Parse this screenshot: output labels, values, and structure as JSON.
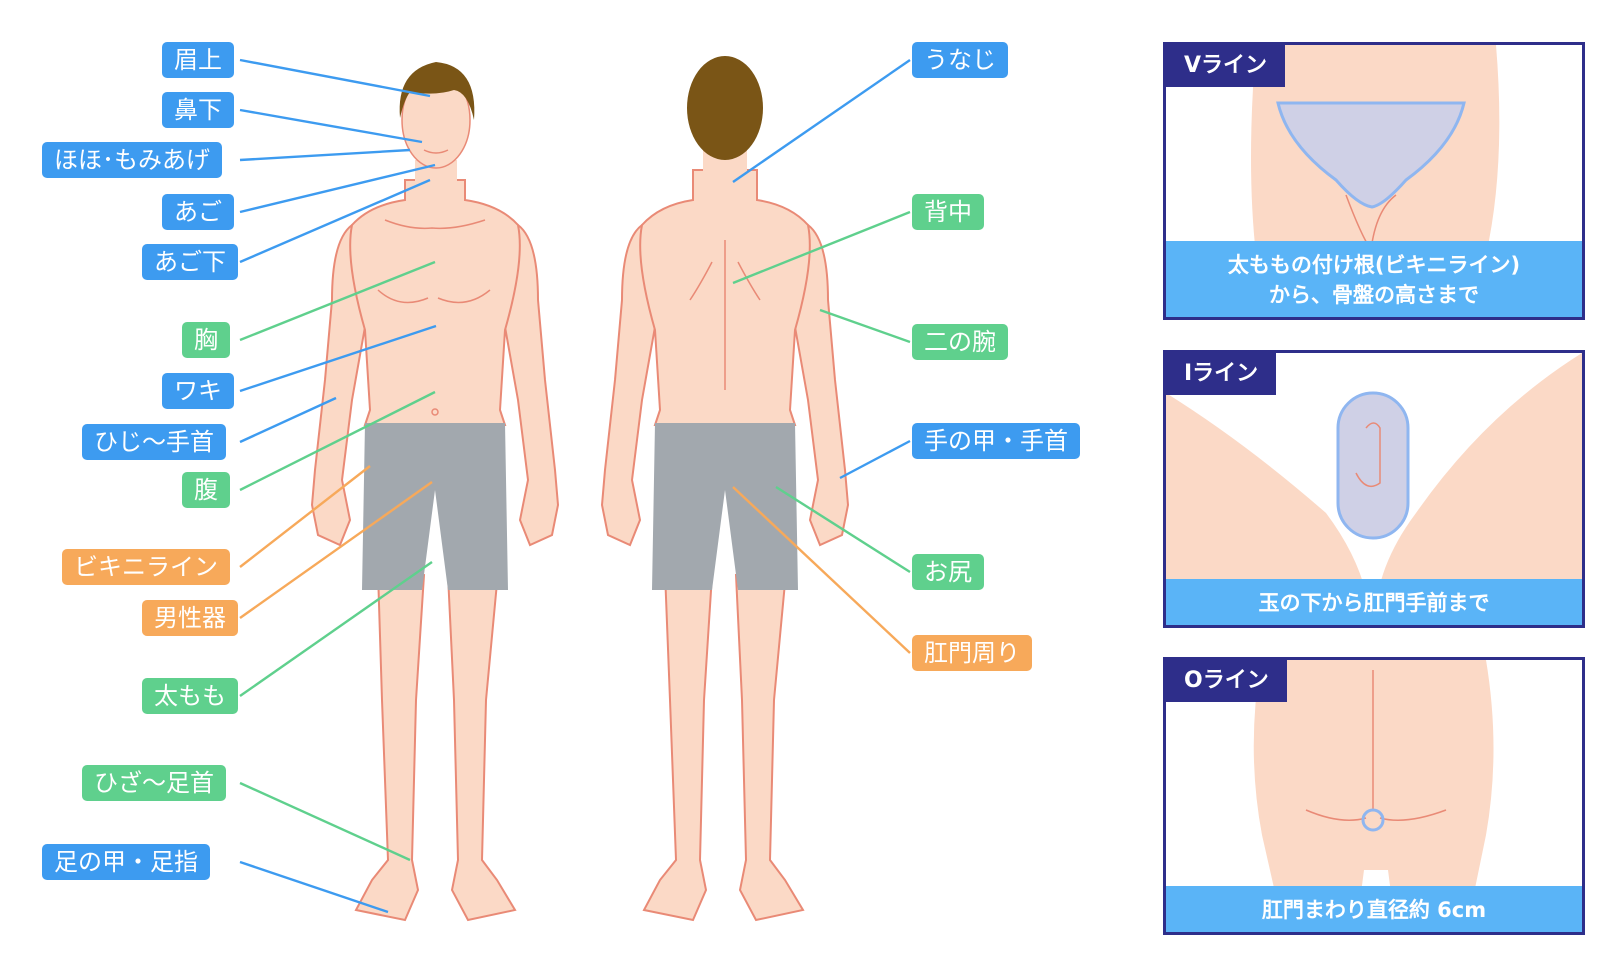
{
  "front_labels": [
    {
      "id": "mayue",
      "text": "眉上",
      "color": "blue"
    },
    {
      "id": "hanashita",
      "text": "鼻下",
      "color": "blue"
    },
    {
      "id": "hoho",
      "text": "ほほ･もみあげ",
      "color": "blue"
    },
    {
      "id": "ago",
      "text": "あご",
      "color": "blue"
    },
    {
      "id": "agoshita",
      "text": "あご下",
      "color": "blue"
    },
    {
      "id": "mune",
      "text": "胸",
      "color": "green"
    },
    {
      "id": "waki",
      "text": "ワキ",
      "color": "blue"
    },
    {
      "id": "hiji",
      "text": "ひじ～手首",
      "color": "blue"
    },
    {
      "id": "hara",
      "text": "腹",
      "color": "green"
    },
    {
      "id": "bikini",
      "text": "ビキニライン",
      "color": "orange"
    },
    {
      "id": "danseiki",
      "text": "男性器",
      "color": "orange"
    },
    {
      "id": "futomomo",
      "text": "太もも",
      "color": "green"
    },
    {
      "id": "hiza",
      "text": "ひざ～足首",
      "color": "green"
    },
    {
      "id": "ashinokou",
      "text": "足の甲・足指",
      "color": "blue"
    }
  ],
  "back_labels": [
    {
      "id": "unaji",
      "text": "うなじ",
      "color": "blue"
    },
    {
      "id": "senaka",
      "text": "背中",
      "color": "green"
    },
    {
      "id": "ninoude",
      "text": "二の腕",
      "color": "green"
    },
    {
      "id": "tenokou",
      "text": "手の甲・手首",
      "color": "blue"
    },
    {
      "id": "oshiri",
      "text": "お尻",
      "color": "green"
    },
    {
      "id": "koumon",
      "text": "肛門周り",
      "color": "orange"
    }
  ],
  "panels": [
    {
      "id": "v",
      "title": "Vライン",
      "desc": [
        "太ももの付け根(ビキニライン)",
        "から、骨盤の高さまで"
      ]
    },
    {
      "id": "i",
      "title": "Iライン",
      "desc": [
        "玉の下から肛門手前まで"
      ]
    },
    {
      "id": "o",
      "title": "Oライン",
      "desc": [
        "肛門まわり直径約 6cm"
      ]
    }
  ],
  "colors": {
    "blue": "#3d9bf0",
    "green": "#5fd08d",
    "orange": "#f7a95a",
    "skin": "#fbd9c6",
    "outline": "#e98a76",
    "shorts": "#a2a8ae",
    "hair": "#7a5516",
    "navy": "#2e2e8a"
  }
}
